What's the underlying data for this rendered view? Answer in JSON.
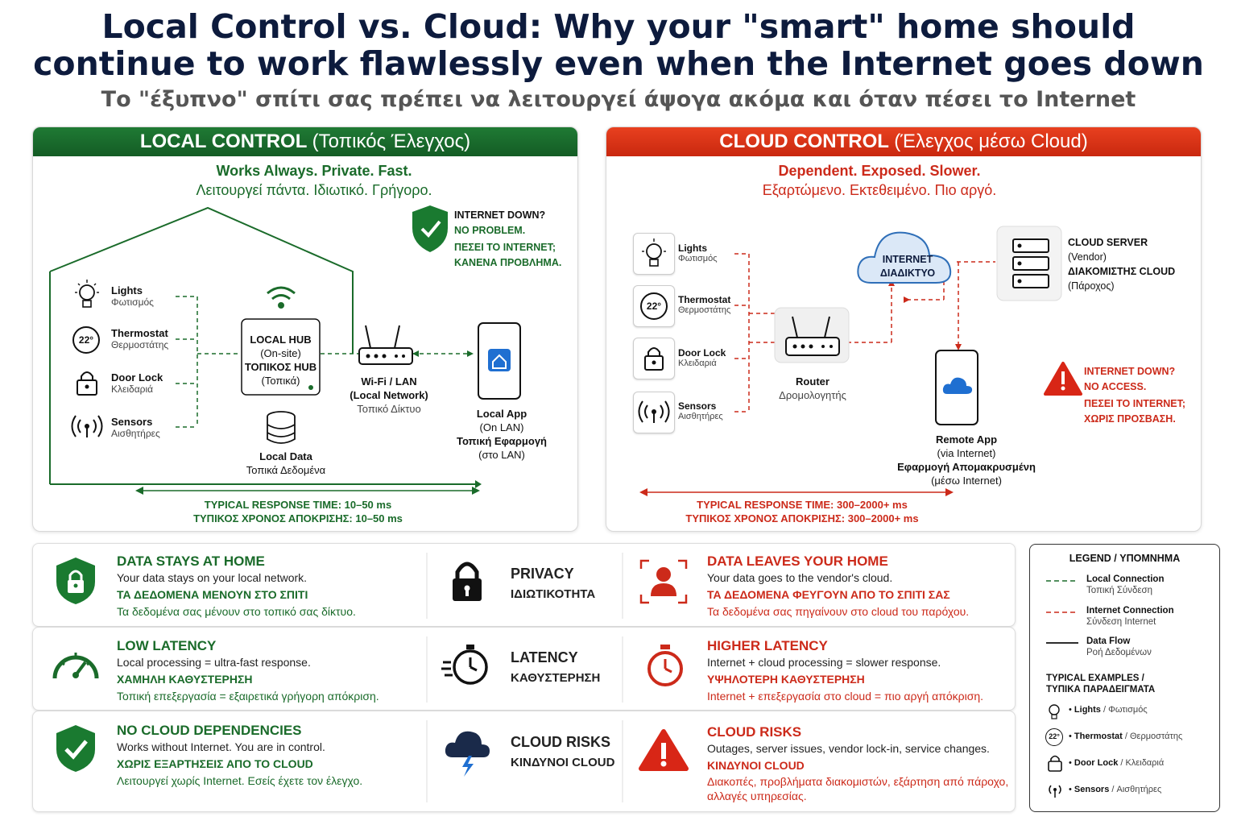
{
  "title": {
    "line1": "Local Control vs. Cloud: Why your \"smart\" home should",
    "line2": "continue to work flawlessly even when the Internet goes down",
    "subtitle": "Το \"έξυπνο\" σπίτι σας πρέπει να λειτουργεί άψογα ακόμα και όταν πέσει το Internet"
  },
  "colors": {
    "local": "#1a6b2a",
    "cloud": "#cc2a1a"
  },
  "local": {
    "header": "LOCAL CONTROL",
    "header_sub": "(Τοπικός Έλεγχος)",
    "tagline_en": "Works Always. Private. Fast.",
    "tagline_gr": "Λειτουργεί πάντα. Ιδιωτικό. Γρήγορο.",
    "status": {
      "q": "INTERNET DOWN?",
      "a": "NO PROBLEM.",
      "q_gr": "ΠΕΣΕΙ ΤΟ INTERNET;",
      "a_gr": "ΚΑΝΕΝΑ ΠΡΟΒΛΗΜΑ."
    },
    "devices": [
      {
        "name": "Lights",
        "gr": "Φωτισμός",
        "icon": "bulb-icon"
      },
      {
        "name": "Thermostat",
        "gr": "Θερμοστάτης",
        "icon": "thermostat-icon",
        "badge": "22°"
      },
      {
        "name": "Door Lock",
        "gr": "Κλειδαριά",
        "icon": "lock-icon"
      },
      {
        "name": "Sensors",
        "gr": "Αισθητήρες",
        "icon": "sensor-icon"
      }
    ],
    "hub": [
      "LOCAL HUB",
      "(On-site)",
      "ΤΟΠΙΚΟΣ HUB",
      "(Τοπικά)"
    ],
    "data": {
      "name": "Local Data",
      "gr": "Τοπικά Δεδομένα"
    },
    "router": {
      "name": "Wi-Fi / LAN",
      "sub": "(Local Network)",
      "gr": "Τοπικό Δίκτυο"
    },
    "app": {
      "name": "Local App",
      "sub": "(On LAN)",
      "gr": "Τοπική Εφαρμογή",
      "gr_sub": "(στο LAN)"
    },
    "response_en": "TYPICAL RESPONSE TIME: 10–50 ms",
    "response_gr": "ΤΥΠΙΚΟΣ ΧΡΟΝΟΣ ΑΠΟΚΡΙΣΗΣ: 10–50 ms"
  },
  "cloud": {
    "header": "CLOUD CONTROL",
    "header_sub": "(Έλεγχος μέσω Cloud)",
    "tagline_en": "Dependent. Exposed. Slower.",
    "tagline_gr": "Εξαρτώμενο. Εκτεθειμένο. Πιο αργό.",
    "devices": [
      {
        "name": "Lights",
        "gr": "Φωτισμός",
        "icon": "bulb-icon"
      },
      {
        "name": "Thermostat",
        "gr": "Θερμοστάτης",
        "icon": "thermostat-icon",
        "badge": "22°"
      },
      {
        "name": "Door Lock",
        "gr": "Κλειδαριά",
        "icon": "lock-icon"
      },
      {
        "name": "Sensors",
        "gr": "Αισθητήρες",
        "icon": "sensor-icon"
      }
    ],
    "internet": [
      "INTERNET",
      "ΔΙΑΔΙΚΤΥΟ"
    ],
    "server": [
      "CLOUD SERVER",
      "(Vendor)",
      "ΔΙΑΚΟΜΙΣΤΗΣ CLOUD",
      "(Πάροχος)"
    ],
    "router": {
      "name": "Router",
      "gr": "Δρομολογητής"
    },
    "app": {
      "name": "Remote App",
      "sub": "(via Internet)",
      "gr": "Εφαρμογή Απομακρυσμένη",
      "gr_sub": "(μέσω Internet)"
    },
    "status": {
      "q": "INTERNET DOWN?",
      "a": "NO ACCESS.",
      "q_gr": "ΠΕΣΕΙ ΤΟ INTERNET;",
      "a_gr": "ΧΩΡΙΣ ΠΡΟΣΒΑΣΗ."
    },
    "response_en": "TYPICAL RESPONSE TIME: 300–2000+ ms",
    "response_gr": "ΤΥΠΙΚΟΣ ΧΡΟΝΟΣ ΑΠΟΚΡΙΣΗΣ: 300–2000+ ms"
  },
  "comparisons": [
    {
      "local": {
        "h": "DATA STAYS AT HOME",
        "t": "Your data stays on your local network.",
        "g": "ΤΑ ΔΕΔΟΜΕΝΑ ΜΕΝΟΥΝ ΣΤΟ ΣΠΙΤΙ",
        "gs": "Τα δεδομένα σας μένουν στο τοπικό σας δίκτυο."
      },
      "mid": {
        "en": "PRIVACY",
        "gr": "ΙΔΙΩΤΙΚΟΤΗΤΑ"
      },
      "cloud": {
        "h": "DATA LEAVES YOUR HOME",
        "t": "Your data goes to the vendor's cloud.",
        "g": "ΤΑ ΔΕΔΟΜΕΝΑ ΦΕΥΓΟΥΝ ΑΠΟ ΤΟ ΣΠΙΤΙ ΣΑΣ",
        "gs": "Τα δεδομένα σας πηγαίνουν στο cloud του παρόχου."
      }
    },
    {
      "local": {
        "h": "LOW LATENCY",
        "t": "Local processing = ultra-fast response.",
        "g": "ΧΑΜΗΛΗ ΚΑΘΥΣΤΕΡΗΣΗ",
        "gs": "Τοπική επεξεργασία = εξαιρετικά γρήγορη απόκριση."
      },
      "mid": {
        "en": "LATENCY",
        "gr": "ΚΑΘΥΣΤΕΡΗΣΗ"
      },
      "cloud": {
        "h": "HIGHER LATENCY",
        "t": "Internet + cloud processing = slower response.",
        "g": "ΥΨΗΛΟΤΕΡΗ ΚΑΘΥΣΤΕΡΗΣΗ",
        "gs": "Internet + επεξεργασία στο cloud = πιο αργή απόκριση."
      }
    },
    {
      "local": {
        "h": "NO CLOUD DEPENDENCIES",
        "t": "Works without Internet. You are in control.",
        "g": "ΧΩΡΙΣ ΕΞΑΡΤΗΣΕΙΣ ΑΠΟ ΤΟ CLOUD",
        "gs": "Λειτουργεί χωρίς Internet. Εσείς έχετε τον έλεγχο."
      },
      "mid": {
        "en": "CLOUD RISKS",
        "gr": "ΚΙΝΔΥΝΟΙ CLOUD"
      },
      "cloud": {
        "h": "CLOUD RISKS",
        "t": "Outages, server issues, vendor lock-in, service changes.",
        "g": "ΚΙΝΔΥΝΟΙ CLOUD",
        "gs": "Διακοπές, προβλήματα διακομιστών, εξάρτηση από πάροχο, αλλαγές υπηρεσίας."
      }
    }
  ],
  "legend": {
    "title": "LEGEND / ΥΠΟΜΝΗΜΑ",
    "items": [
      {
        "name": "Local Connection",
        "gr": "Τοπική Σύνδεση"
      },
      {
        "name": "Internet Connection",
        "gr": "Σύνδεση Internet"
      },
      {
        "name": "Data Flow",
        "gr": "Ροή Δεδομένων"
      }
    ],
    "examples_title": "TYPICAL EXAMPLES /",
    "examples_title_gr": "ΤΥΠΙΚΑ ΠΑΡΑΔΕΙΓΜΑΤΑ",
    "examples": [
      {
        "name": "Lights",
        "gr": "/ Φωτισμός"
      },
      {
        "name": "Thermostat",
        "gr": "/ Θερμοστάτης"
      },
      {
        "name": "Door Lock",
        "gr": "/ Κλειδαριά"
      },
      {
        "name": "Sensors",
        "gr": "/ Αισθητήρες"
      }
    ]
  }
}
